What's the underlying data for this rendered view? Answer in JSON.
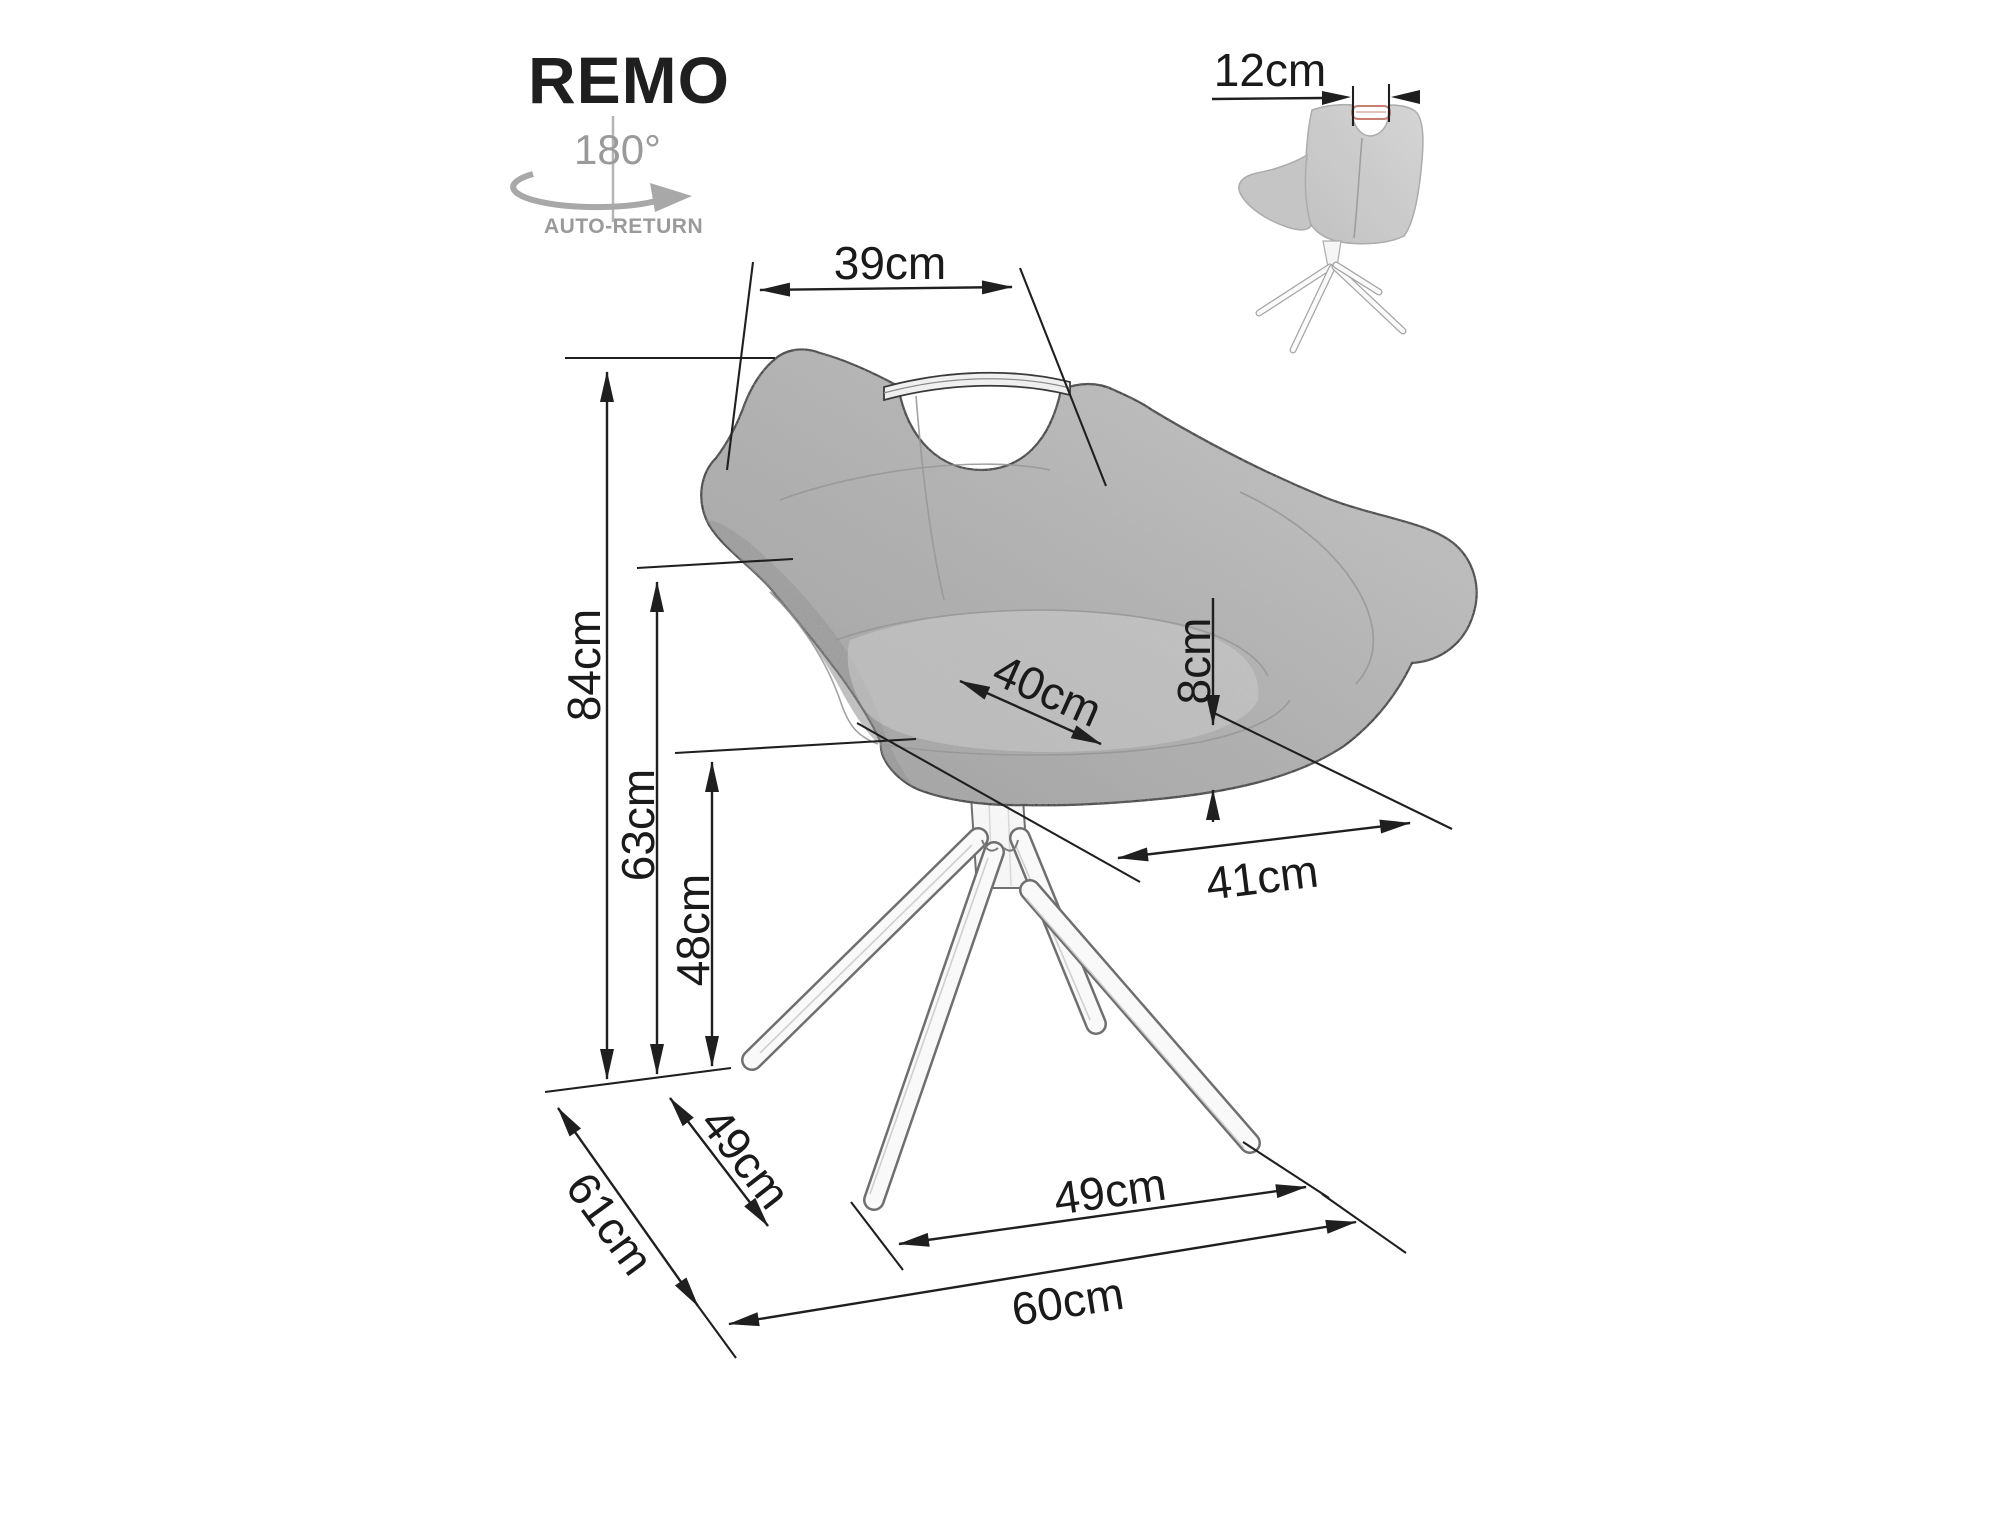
{
  "title": "REMO",
  "feature_icon": {
    "degrees": "180°",
    "caption": "AUTO-RETURN"
  },
  "inset_view": {
    "handle_width": "12cm"
  },
  "main_view_dimensions": {
    "back_width": "39cm",
    "overall_height": "84cm",
    "armrest_height": "63cm",
    "seat_height": "48cm",
    "seat_depth": "40cm",
    "seat_cushion_thickness": "8cm",
    "seat_width": "41cm",
    "base_depth": "61cm",
    "leg_span_depth": "49cm",
    "leg_span_width": "49cm",
    "base_width": "60cm"
  },
  "colors": {
    "background": "#ffffff",
    "line": "#1f1f1f",
    "fabric_mid": "#b2b2b2",
    "fabric_dark": "#949494",
    "fabric_light": "#cccccc",
    "muted_gray": "#9a9a9a",
    "handle_accent": "#c4766a"
  }
}
